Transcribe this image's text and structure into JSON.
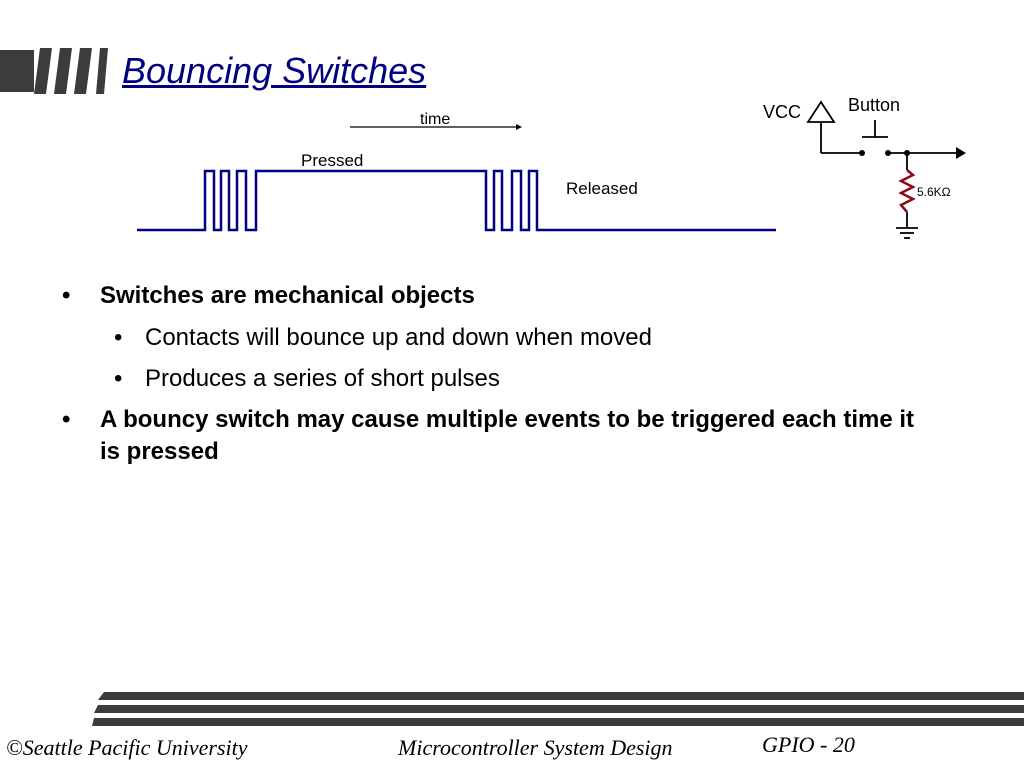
{
  "slide": {
    "title": "Bouncing Switches"
  },
  "diagram": {
    "time_label": "time",
    "pressed_label": "Pressed",
    "released_label": "Released",
    "vcc_label": "VCC",
    "button_label": "Button",
    "resistor_label": "5.6KΩ",
    "wave_color": "#000080",
    "resistor_color": "#8b0a1a"
  },
  "bullets": [
    {
      "level": 1,
      "text": "Switches are mechanical objects"
    },
    {
      "level": 2,
      "text": "Contacts will bounce up and down when moved"
    },
    {
      "level": 2,
      "text": "Produces a series of short pulses"
    },
    {
      "level": 1,
      "text": "A bouncy switch may cause multiple events to be triggered each time it is pressed"
    }
  ],
  "footer": {
    "copyright": "©Seattle Pacific University",
    "course": "Microcontroller System Design",
    "slide_ref": "GPIO - 20"
  }
}
